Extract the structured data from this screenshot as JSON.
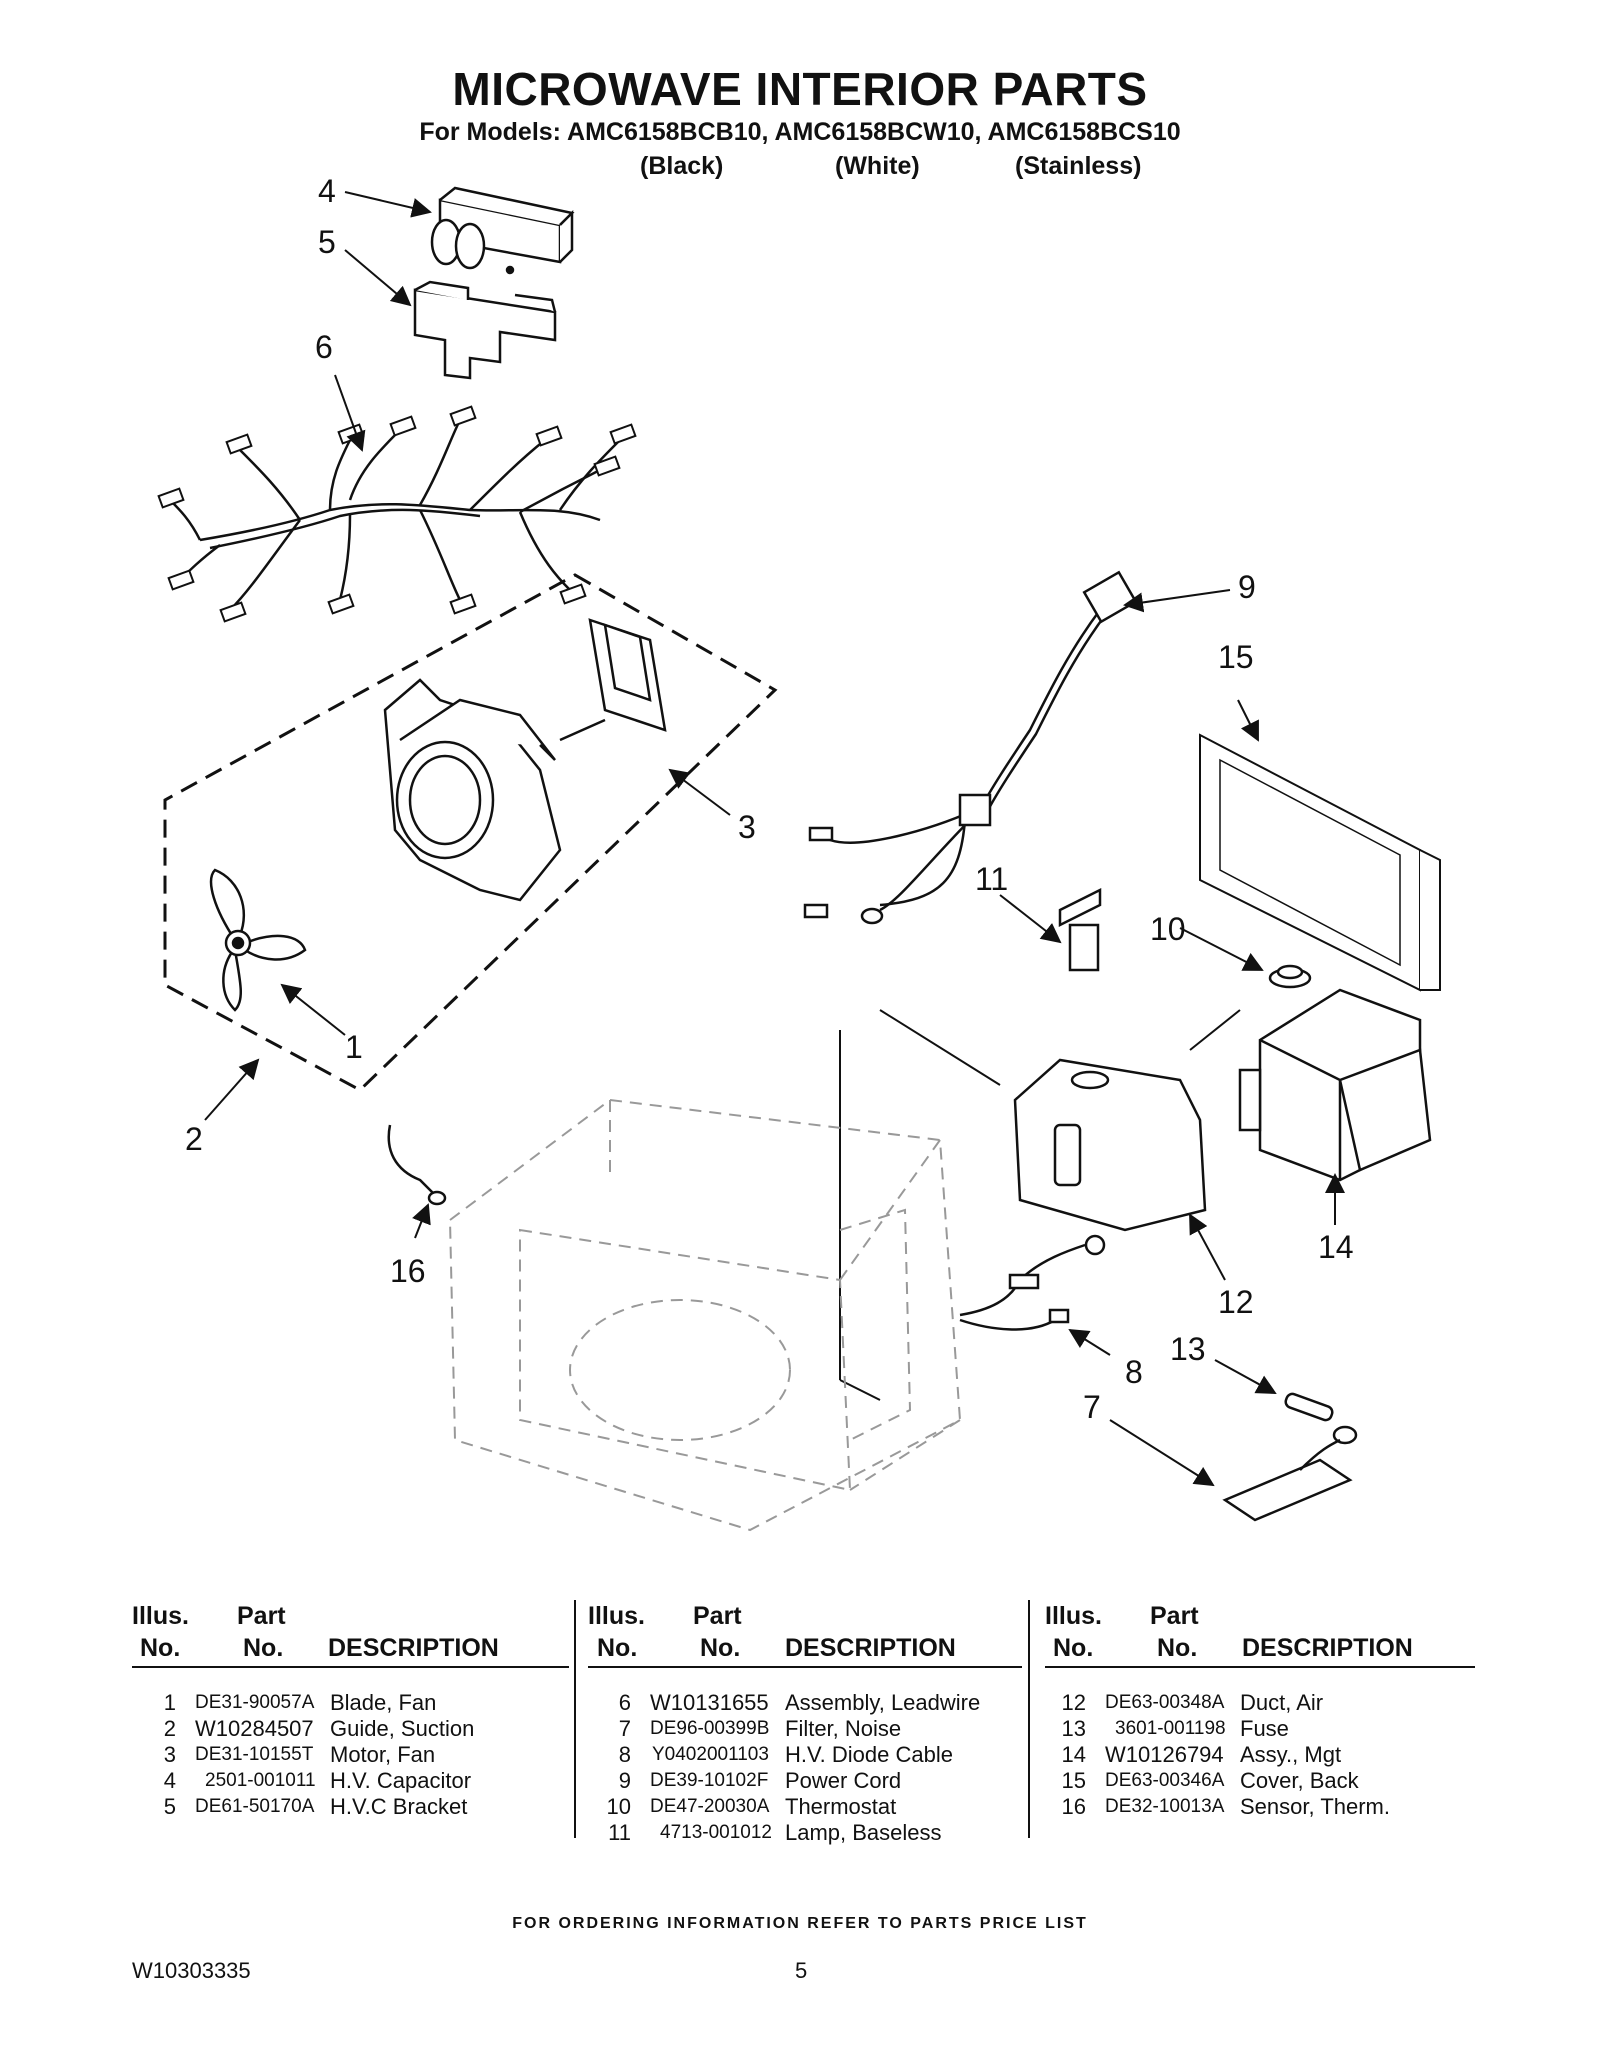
{
  "header": {
    "title": "MICROWAVE INTERIOR PARTS",
    "models": "For Models: AMC6158BCB10, AMC6158BCW10, AMC6158BCS10",
    "colors": [
      "(Black)",
      "(White)",
      "(Stainless)"
    ]
  },
  "callouts": [
    "1",
    "2",
    "3",
    "4",
    "5",
    "6",
    "7",
    "8",
    "9",
    "10",
    "11",
    "12",
    "13",
    "14",
    "15",
    "16"
  ],
  "table": {
    "headers": {
      "illus_top": "Illus.",
      "illus_bottom": "No.",
      "part_top": "Part",
      "part_bottom": "No.",
      "desc": "DESCRIPTION"
    },
    "columns": [
      [
        {
          "no": "1",
          "part": "DE31-90057A",
          "desc": "Blade, Fan"
        },
        {
          "no": "2",
          "part": "W10284507",
          "desc": "Guide, Suction"
        },
        {
          "no": "3",
          "part": "DE31-10155T",
          "desc": "Motor, Fan"
        },
        {
          "no": "4",
          "part": "2501-001011",
          "desc": "H.V. Capacitor"
        },
        {
          "no": "5",
          "part": "DE61-50170A",
          "desc": "H.V.C Bracket"
        }
      ],
      [
        {
          "no": "6",
          "part": "W10131655",
          "desc": "Assembly, Leadwire"
        },
        {
          "no": "7",
          "part": "DE96-00399B",
          "desc": "Filter, Noise"
        },
        {
          "no": "8",
          "part": "Y0402001103",
          "desc": "H.V. Diode Cable"
        },
        {
          "no": "9",
          "part": "DE39-10102F",
          "desc": "Power Cord"
        },
        {
          "no": "10",
          "part": "DE47-20030A",
          "desc": "Thermostat"
        },
        {
          "no": "11",
          "part": "4713-001012",
          "desc": "Lamp, Baseless"
        }
      ],
      [
        {
          "no": "12",
          "part": "DE63-00348A",
          "desc": "Duct, Air"
        },
        {
          "no": "13",
          "part": "3601-001198",
          "desc": "Fuse"
        },
        {
          "no": "14",
          "part": "W10126794",
          "desc": "Assy., Mgt"
        },
        {
          "no": "15",
          "part": "DE63-00346A",
          "desc": "Cover, Back"
        },
        {
          "no": "16",
          "part": "DE32-10013A",
          "desc": "Sensor, Therm."
        }
      ]
    ]
  },
  "footer": {
    "ordering": "FOR ORDERING INFORMATION REFER TO PARTS PRICE LIST",
    "doc_number": "W10303335",
    "page_number": "5"
  }
}
